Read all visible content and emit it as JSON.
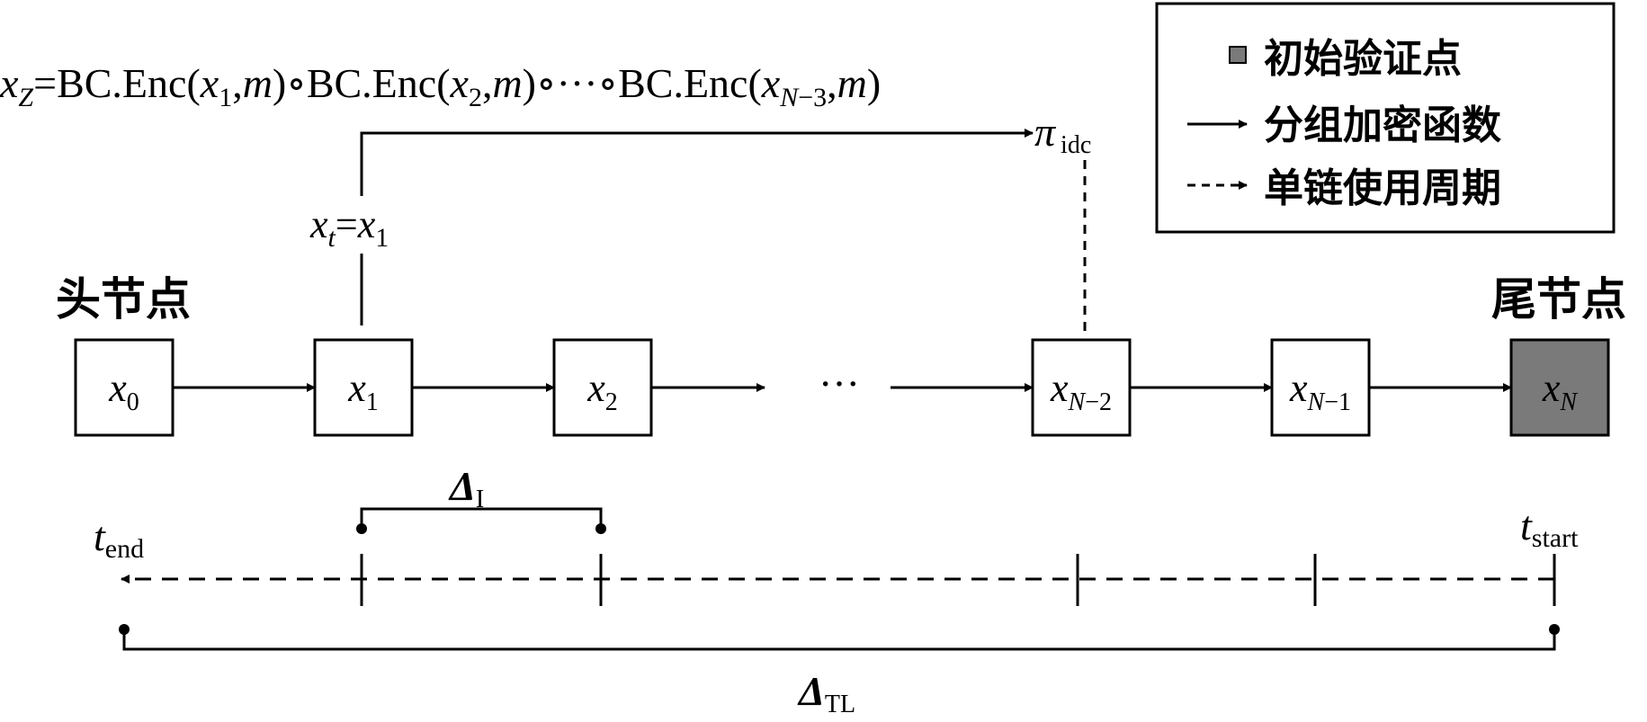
{
  "formula": {
    "xz_var": "x",
    "xz_sub": "Z",
    "eq": "=",
    "enc": "BC.Enc(",
    "x_var": "x",
    "sub1": "1",
    "sub2": "2",
    "subN3": "N",
    "subN3_tail": "−3",
    "comma": ",",
    "m": "m",
    "close": ")",
    "compose": "∘",
    "dots": "···"
  },
  "pi": {
    "symbol": "π",
    "sub": "idc"
  },
  "xt": {
    "var": "x",
    "sub": "t",
    "eq": "=",
    "rhs_var": "x",
    "rhs_sub": "1"
  },
  "head_label": "头节点",
  "tail_label": "尾节点",
  "nodes": [
    {
      "var": "x",
      "sub": "0",
      "sub_tail": ""
    },
    {
      "var": "x",
      "sub": "1",
      "sub_tail": ""
    },
    {
      "var": "x",
      "sub": "2",
      "sub_tail": ""
    },
    {
      "var": "x",
      "sub": "N",
      "sub_tail": "−2"
    },
    {
      "var": "x",
      "sub": "N",
      "sub_tail": "−1"
    },
    {
      "var": "x",
      "sub": "N",
      "sub_tail": ""
    }
  ],
  "chain_dots": "···",
  "legend": {
    "initial_point": "初始验证点",
    "block_encrypt": "分组加密函数",
    "single_chain_period": "单链使用周期"
  },
  "timeline": {
    "t_end_var": "t",
    "t_end_sub": "end",
    "t_start_var": "t",
    "t_start_sub": "start",
    "delta_I_symbol": "Δ",
    "delta_I_sub": "I",
    "delta_TL_symbol": "Δ",
    "delta_TL_sub": "TL"
  },
  "colors": {
    "ink": "#000000",
    "tail_fill": "#7a7a7a",
    "background": "#ffffff"
  }
}
